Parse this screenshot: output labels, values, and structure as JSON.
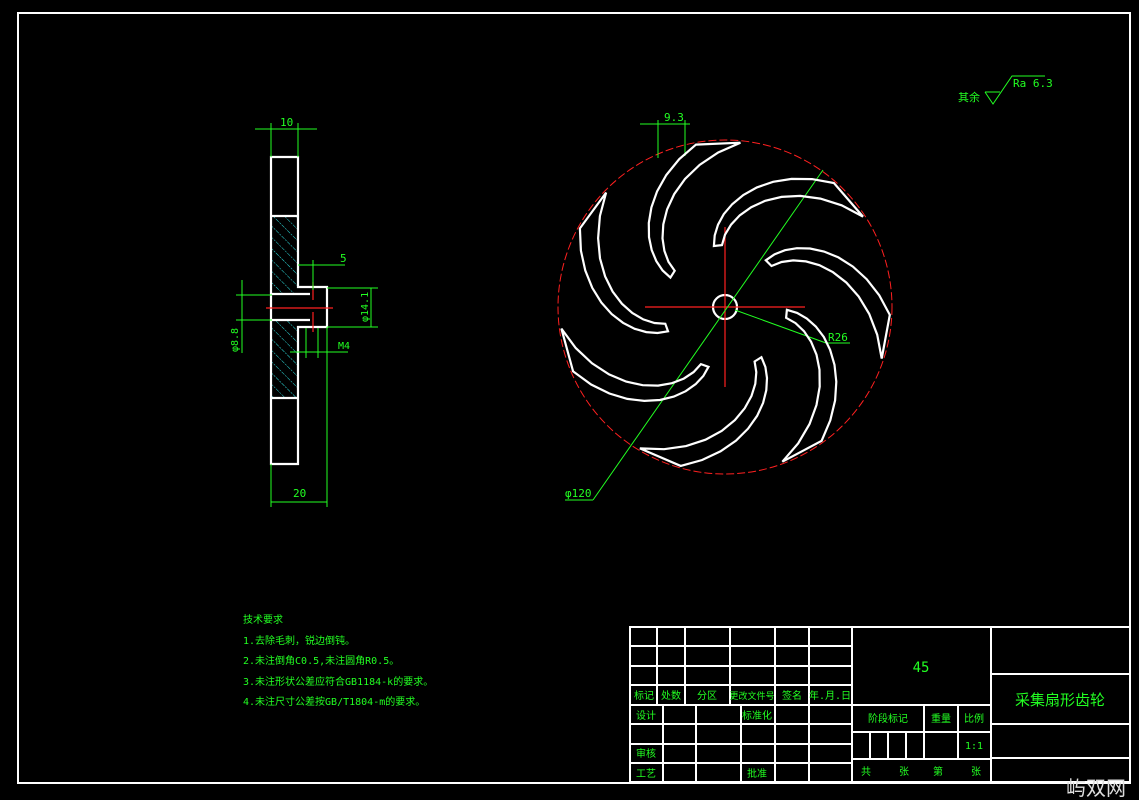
{
  "roughness": {
    "label": "其余",
    "value": "Ra 6.3"
  },
  "side_view": {
    "dims": {
      "width_top": "10",
      "width_bottom": "20",
      "hub": "5",
      "bore": "φ14.1",
      "thread": "M4",
      "dia": "φ8.8"
    }
  },
  "front_view": {
    "dims": {
      "blade": "9.3",
      "radius": "R26",
      "diameter": "φ120"
    },
    "blade_count": 7
  },
  "tech_requirements": {
    "title": "技术要求",
    "items": [
      "1.去除毛刺，锐边倒钝。",
      "2.未注倒角C0.5,未注圆角R0.5。",
      "3.未注形状公差应符合GB1184-k的要求。",
      "4.未注尺寸公差按GB/T1804-m的要求。"
    ]
  },
  "title_block": {
    "material": "45",
    "part_name": "采集扇形齿轮",
    "headers": [
      "标记",
      "处数",
      "分区",
      "更改文件号",
      "签名",
      "年.月.日"
    ],
    "design": "设计",
    "standardize": "标准化",
    "review": "审核",
    "process": "工艺",
    "approve": "批准",
    "stage_mark": "阶段标记",
    "weight": "重量",
    "scale_label": "比例",
    "scale": "1:1",
    "sheets": [
      "共",
      "张",
      "第",
      "张"
    ]
  },
  "watermark": "屿双网"
}
